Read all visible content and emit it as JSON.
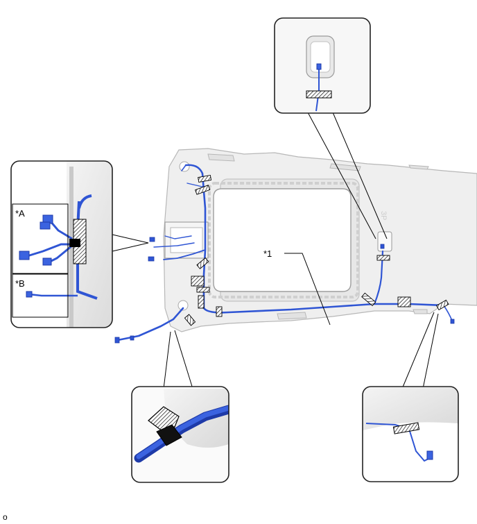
{
  "callouts": {
    "part_1": "*1",
    "view_a": "*A",
    "view_b": "*B"
  },
  "footer_code": "o",
  "colors": {
    "harness": "#2f55d4",
    "harness_dark": "#1e3aa8",
    "panel_fill": "#eeeeee",
    "panel_stroke": "#b9b9b9",
    "frame": "#222222"
  },
  "icons": [
    "wire-harness",
    "clamp",
    "connector",
    "hatched-tape"
  ]
}
